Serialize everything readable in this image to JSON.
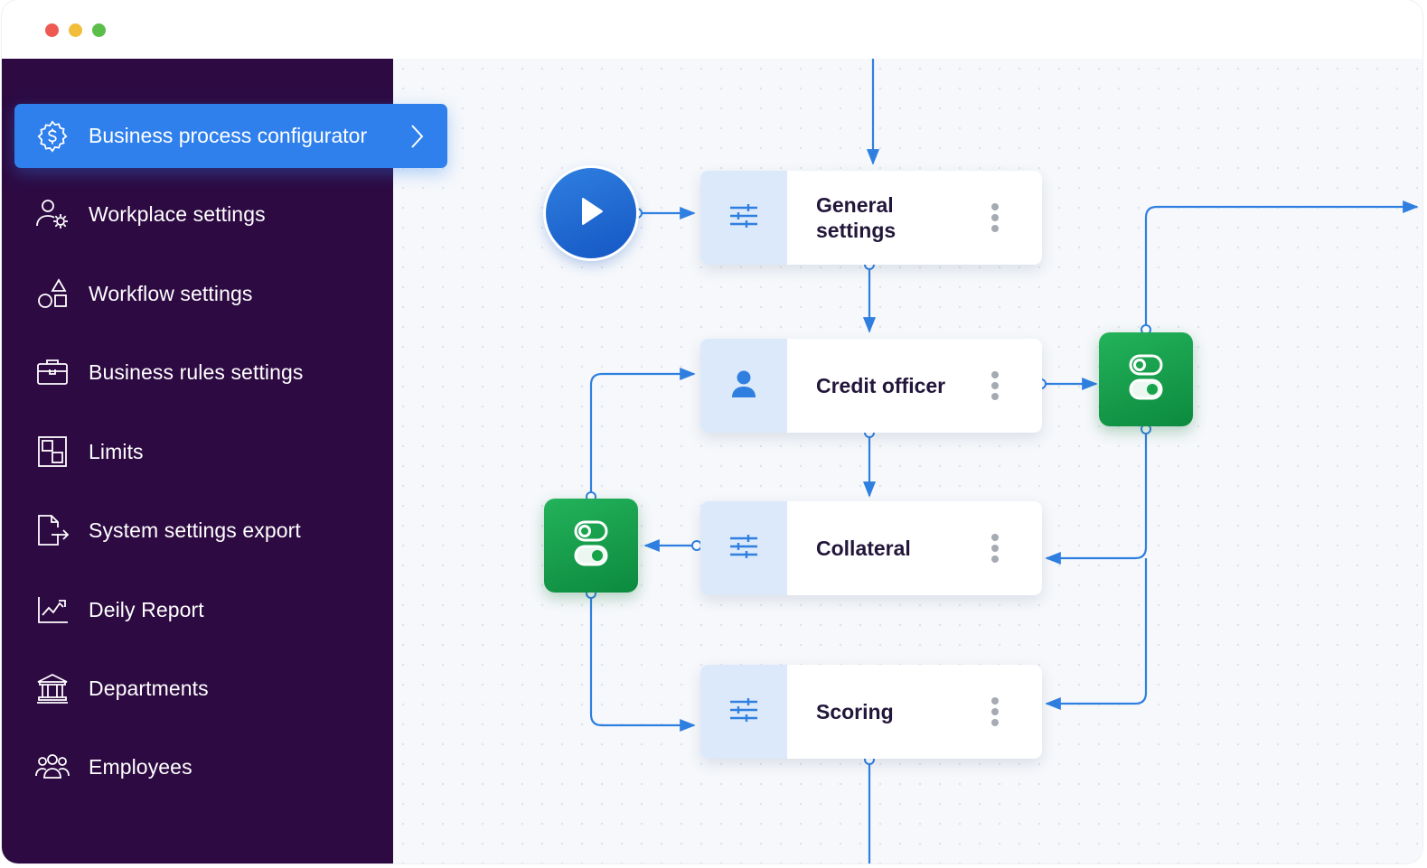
{
  "window": {
    "controls": [
      {
        "name": "close",
        "color": "#ee5a52"
      },
      {
        "name": "minimize",
        "color": "#f2be3a"
      },
      {
        "name": "maximize",
        "color": "#5bbd4a"
      }
    ]
  },
  "sidebar": {
    "active_item": {
      "label": "Business process configurator",
      "icon": "dollar-gear-icon"
    },
    "items": [
      {
        "label": "Workplace settings",
        "icon": "user-gear-icon"
      },
      {
        "label": "Workflow settings",
        "icon": "shapes-icon"
      },
      {
        "label": "Business rules settings",
        "icon": "briefcase-icon"
      },
      {
        "label": "Limits",
        "icon": "layout-icon"
      },
      {
        "label": "System settings export",
        "icon": "file-export-icon"
      },
      {
        "label": "Deily Report",
        "icon": "chart-icon"
      },
      {
        "label": "Departments",
        "icon": "bank-icon"
      },
      {
        "label": "Employees",
        "icon": "users-icon"
      }
    ]
  },
  "flow": {
    "nodes": {
      "general": {
        "title_line1": "General",
        "title_line2": "settings",
        "icon": "sliders-icon"
      },
      "credit": {
        "title": "Credit officer",
        "icon": "user-icon"
      },
      "collateral": {
        "title": "Collateral",
        "icon": "sliders-icon"
      },
      "scoring": {
        "title": "Scoring",
        "icon": "sliders-icon"
      }
    },
    "gateways": [
      {
        "icon": "toggle-icon"
      },
      {
        "icon": "toggle-icon"
      }
    ],
    "start": {
      "icon": "play-icon"
    }
  },
  "colors": {
    "accent": "#2f80ed",
    "sidebar_bg": "#2d0a42",
    "gateway_green": "#16a34a",
    "connector": "#2f7fe0"
  }
}
